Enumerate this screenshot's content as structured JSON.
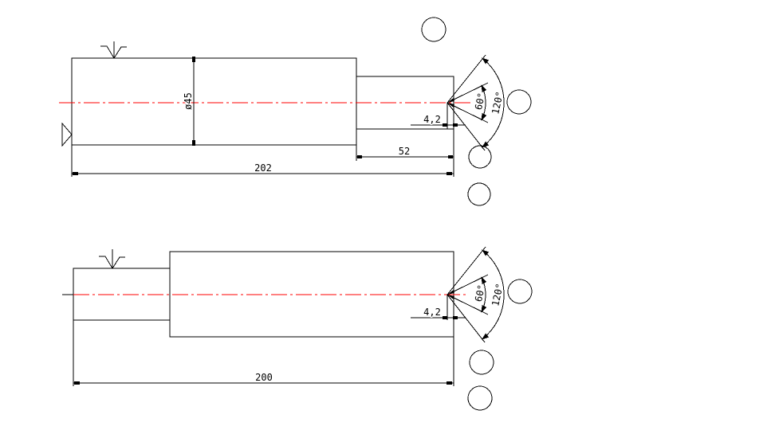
{
  "canvas": {
    "background": "#ffffff",
    "line_color": "#000000",
    "centerline_color": "#ff0000"
  },
  "top_drawing": {
    "labels": {
      "diameter": "ø45",
      "center_depth": "4,2",
      "step_length": "52",
      "overall_length": "202",
      "inner_angle": "60°",
      "outer_angle": "120°"
    }
  },
  "bottom_drawing": {
    "labels": {
      "center_depth": "4,2",
      "overall_length": "200",
      "inner_angle": "60°",
      "outer_angle": "120°"
    }
  }
}
